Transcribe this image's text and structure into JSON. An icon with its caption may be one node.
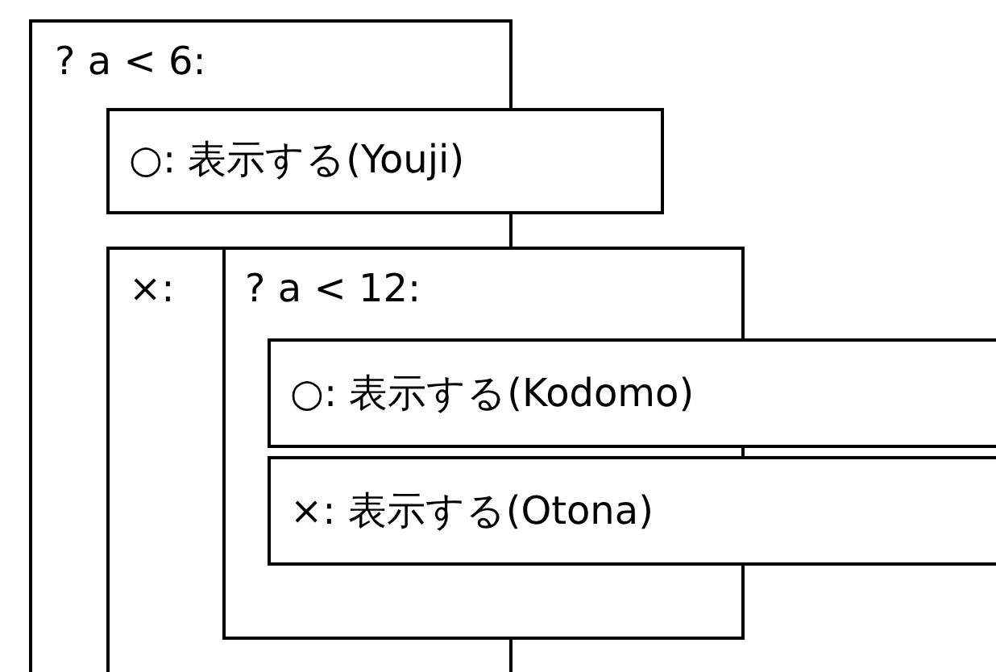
{
  "diagram": {
    "nodes": [
      {
        "text": [
          "? a < 6:"
        ]
      },
      {
        "text": [
          "○: 表示する(Youji)"
        ]
      },
      {
        "text": [
          "×:"
        ],
        "in": 0
      },
      {
        "text": [
          "? a < 12:"
        ]
      },
      {
        "text": [
          "○: 表示する(Kodomo)"
        ]
      },
      {
        "text": [
          "×: 表示する(Otona)"
        ]
      }
    ]
  }
}
